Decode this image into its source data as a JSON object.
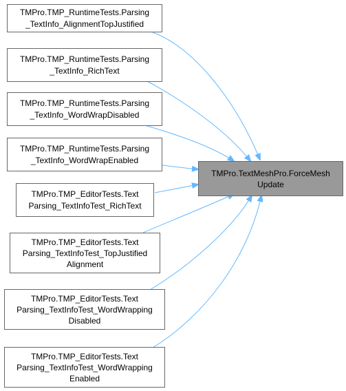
{
  "target": {
    "lines": [
      "TMPro.TextMeshPro.ForceMesh",
      "Update"
    ]
  },
  "callers": [
    {
      "lines": [
        "TMPro.TMP_RuntimeTests.Parsing",
        "_TextInfo_AlignmentTopJustified"
      ]
    },
    {
      "lines": [
        "TMPro.TMP_RuntimeTests.Parsing",
        "_TextInfo_RichText"
      ]
    },
    {
      "lines": [
        "TMPro.TMP_RuntimeTests.Parsing",
        "_TextInfo_WordWrapDisabled"
      ]
    },
    {
      "lines": [
        "TMPro.TMP_RuntimeTests.Parsing",
        "_TextInfo_WordWrapEnabled"
      ]
    },
    {
      "lines": [
        "TMPro.TMP_EditorTests.Text",
        "Parsing_TextInfoTest_RichText"
      ]
    },
    {
      "lines": [
        "TMPro.TMP_EditorTests.Text",
        "Parsing_TextInfoTest_TopJustified",
        "Alignment"
      ]
    },
    {
      "lines": [
        "TMPro.TMP_EditorTests.Text",
        "Parsing_TextInfoTest_WordWrapping",
        "Disabled"
      ]
    },
    {
      "lines": [
        "TMPro.TMP_EditorTests.Text",
        "Parsing_TextInfoTest_WordWrapping",
        "Enabled"
      ]
    }
  ],
  "colors": {
    "edge": "#63b8ff",
    "node_border": "#666666",
    "target_fill": "#999999"
  }
}
